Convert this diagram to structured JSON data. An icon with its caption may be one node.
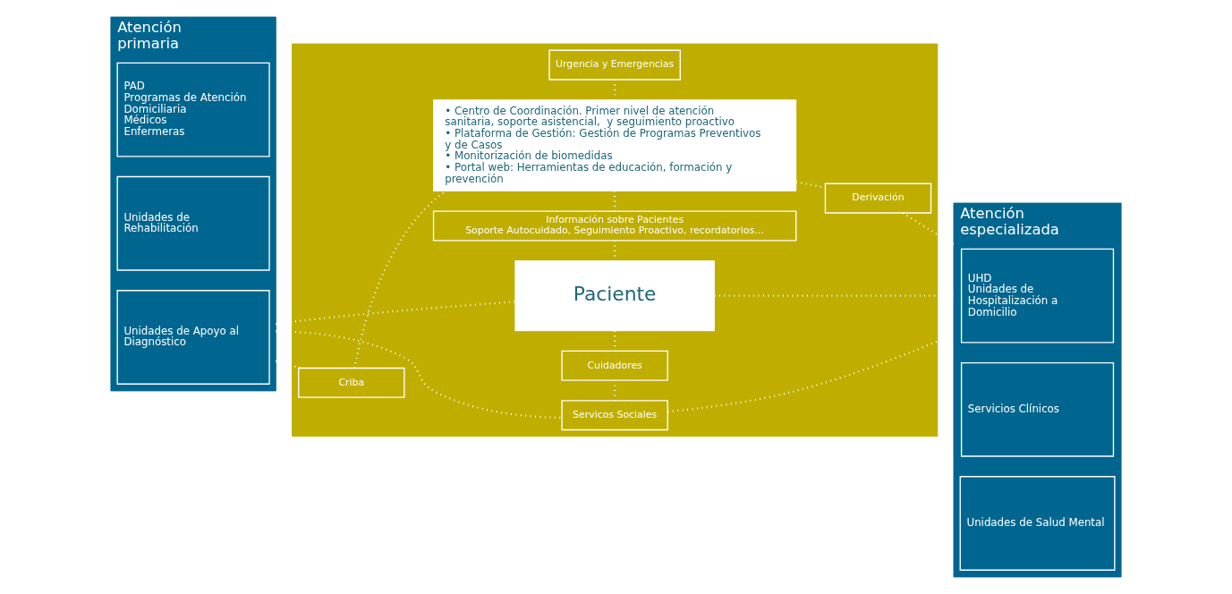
{
  "diagram": {
    "nodes": [
      {
        "text": [
          "Atención primaria"
        ]
      },
      {
        "text": [
          "PAD",
          "Programas de Atención Domiciliaria",
          "Médicos",
          "Enfermeras"
        ],
        "in": 0
      },
      {
        "text": [
          "Unidades de Rehabilitación"
        ],
        "in": 0
      },
      {
        "text": [
          "Unidades de Apoyo al Diagnóstico"
        ],
        "in": 0
      },
      {
        "text": [],
        "shape": "box"
      },
      {
        "text": [
          "Urgencia y Emergencias"
        ],
        "in": 4
      },
      {
        "text": [
          "• Centro de Coordinación. Primer nivel de atención sanitaria, soporte asistencial,  y seguimiento proactivo",
          "• Plataforma de Gestión: Gestión de Programas Preventivos y de Casos",
          "• Monitorización de biomedidas",
          "• Portal web: Herramientas de educación, formación y prevención"
        ],
        "in": 4
      },
      {
        "text": [
          "Información sobre Pacientes",
          "Soporte Autocuidado, Seguimiento Proactivo, recordatorios…"
        ],
        "in": 4
      },
      {
        "text": [
          "Paciente"
        ],
        "in": 4
      },
      {
        "text": [
          "Cuidadores"
        ],
        "in": 4
      },
      {
        "text": [
          "Servicos Sociales"
        ],
        "in": 4
      },
      {
        "text": [
          "Criba"
        ],
        "in": 4
      },
      {
        "text": [
          "Derivación"
        ],
        "in": 4
      },
      {
        "text": [
          "Atención especializada"
        ]
      },
      {
        "text": [
          "UHD",
          "Unidades de Hospitalización a Domicilio"
        ],
        "in": 13
      },
      {
        "text": [
          "Servicios Clínicos"
        ],
        "in": 13
      },
      {
        "text": [
          "Unidades de Salud Mental"
        ],
        "in": 13
      }
    ],
    "edges": [
      {
        "from": 5,
        "to": 6,
        "arrow": "none"
      },
      {
        "from": 6,
        "to": 7,
        "arrow": "none"
      },
      {
        "from": 7,
        "to": 8,
        "arrow": "none"
      },
      {
        "from": 8,
        "to": 9,
        "arrow": "none"
      },
      {
        "from": 9,
        "to": 10,
        "arrow": "none"
      },
      {
        "from": 0,
        "to": 8,
        "arrow": "none"
      },
      {
        "from": 8,
        "to": 13,
        "arrow": "none"
      },
      {
        "from": 0,
        "to": 11,
        "arrow": "none"
      },
      {
        "from": 11,
        "to": 6,
        "arrow": "none"
      },
      {
        "from": 6,
        "to": 12,
        "arrow": "none"
      },
      {
        "from": 12,
        "to": 13,
        "arrow": "none"
      },
      {
        "from": 0,
        "to": 10,
        "arrow": "none"
      },
      {
        "from": 10,
        "to": 13,
        "arrow": "none"
      }
    ]
  }
}
